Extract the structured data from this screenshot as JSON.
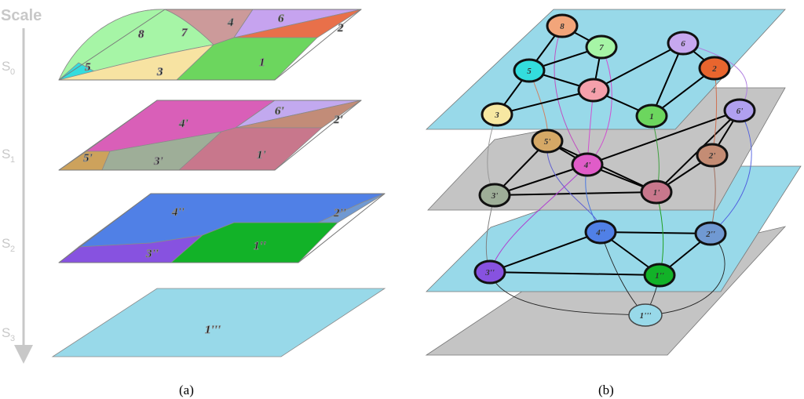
{
  "scale": {
    "title": "Scale",
    "levels": [
      {
        "main": "S",
        "sub": "0"
      },
      {
        "main": "S",
        "sub": "1"
      },
      {
        "main": "S",
        "sub": "2"
      },
      {
        "main": "S",
        "sub": "3"
      }
    ]
  },
  "panel_a": {
    "caption": "(a)",
    "levels": [
      {
        "regions": [
          {
            "id": "8",
            "label": "8",
            "color": "#f2a97a"
          },
          {
            "id": "7",
            "label": "7",
            "color": "#a6f5a6"
          },
          {
            "id": "4",
            "label": "4",
            "color": "#cc9a9a"
          },
          {
            "id": "6",
            "label": "6",
            "color": "#c6a3ef"
          },
          {
            "id": "2",
            "label": "2",
            "color": "#e8704a"
          },
          {
            "id": "5",
            "label": "5",
            "color": "#33dddd"
          },
          {
            "id": "3",
            "label": "3",
            "color": "#f7e3a2"
          },
          {
            "id": "1",
            "label": "1",
            "color": "#6cd65e"
          }
        ]
      },
      {
        "regions": [
          {
            "id": "4'",
            "label": "4'",
            "color": "#d95fb8"
          },
          {
            "id": "6'",
            "label": "6'",
            "color": "#c2a9ef"
          },
          {
            "id": "2'",
            "label": "2'",
            "color": "#c28c78"
          },
          {
            "id": "5'",
            "label": "5'",
            "color": "#cda25c"
          },
          {
            "id": "3'",
            "label": "3'",
            "color": "#9eae98"
          },
          {
            "id": "1'",
            "label": "1'",
            "color": "#c8778c"
          }
        ]
      },
      {
        "regions": [
          {
            "id": "4''",
            "label": "4''",
            "color": "#5080e6"
          },
          {
            "id": "2''",
            "label": "2''",
            "color": "#7099d2"
          },
          {
            "id": "3''",
            "label": "3''",
            "color": "#8752e0"
          },
          {
            "id": "1''",
            "label": "1''",
            "color": "#12b228"
          }
        ]
      },
      {
        "regions": [
          {
            "id": "1'''",
            "label": "1'''",
            "color": "#98d9e9"
          }
        ]
      }
    ]
  },
  "panel_b": {
    "caption": "(b)",
    "plane_colors": [
      "#98d9e9",
      "#c4c4c4",
      "#98d9e9",
      "#c4c4c4"
    ],
    "nodes": [
      {
        "id": "8",
        "label": "8",
        "color": "#f2a57a"
      },
      {
        "id": "7",
        "label": "7",
        "color": "#a6f5a6"
      },
      {
        "id": "6",
        "label": "6",
        "color": "#c7a8ef"
      },
      {
        "id": "5",
        "label": "5",
        "color": "#33dddd"
      },
      {
        "id": "4",
        "label": "4",
        "color": "#f5a0ab"
      },
      {
        "id": "2",
        "label": "2",
        "color": "#e8652e"
      },
      {
        "id": "3",
        "label": "3",
        "color": "#f7e8a2"
      },
      {
        "id": "1",
        "label": "1",
        "color": "#6cd65e"
      },
      {
        "id": "5'",
        "label": "5'",
        "color": "#d5a866"
      },
      {
        "id": "6'",
        "label": "6'",
        "color": "#b0a0ef"
      },
      {
        "id": "4'",
        "label": "4'",
        "color": "#e05cc8"
      },
      {
        "id": "2'",
        "label": "2'",
        "color": "#c48c74"
      },
      {
        "id": "3'",
        "label": "3'",
        "color": "#9eae98"
      },
      {
        "id": "1'",
        "label": "1'",
        "color": "#c8778c"
      },
      {
        "id": "4''",
        "label": "4''",
        "color": "#5080e6"
      },
      {
        "id": "2''",
        "label": "2''",
        "color": "#7099d2"
      },
      {
        "id": "3''",
        "label": "3''",
        "color": "#8752e0"
      },
      {
        "id": "1''",
        "label": "1''",
        "color": "#12b228"
      },
      {
        "id": "1'''",
        "label": "1'''",
        "color": "#98d9e9"
      }
    ]
  }
}
